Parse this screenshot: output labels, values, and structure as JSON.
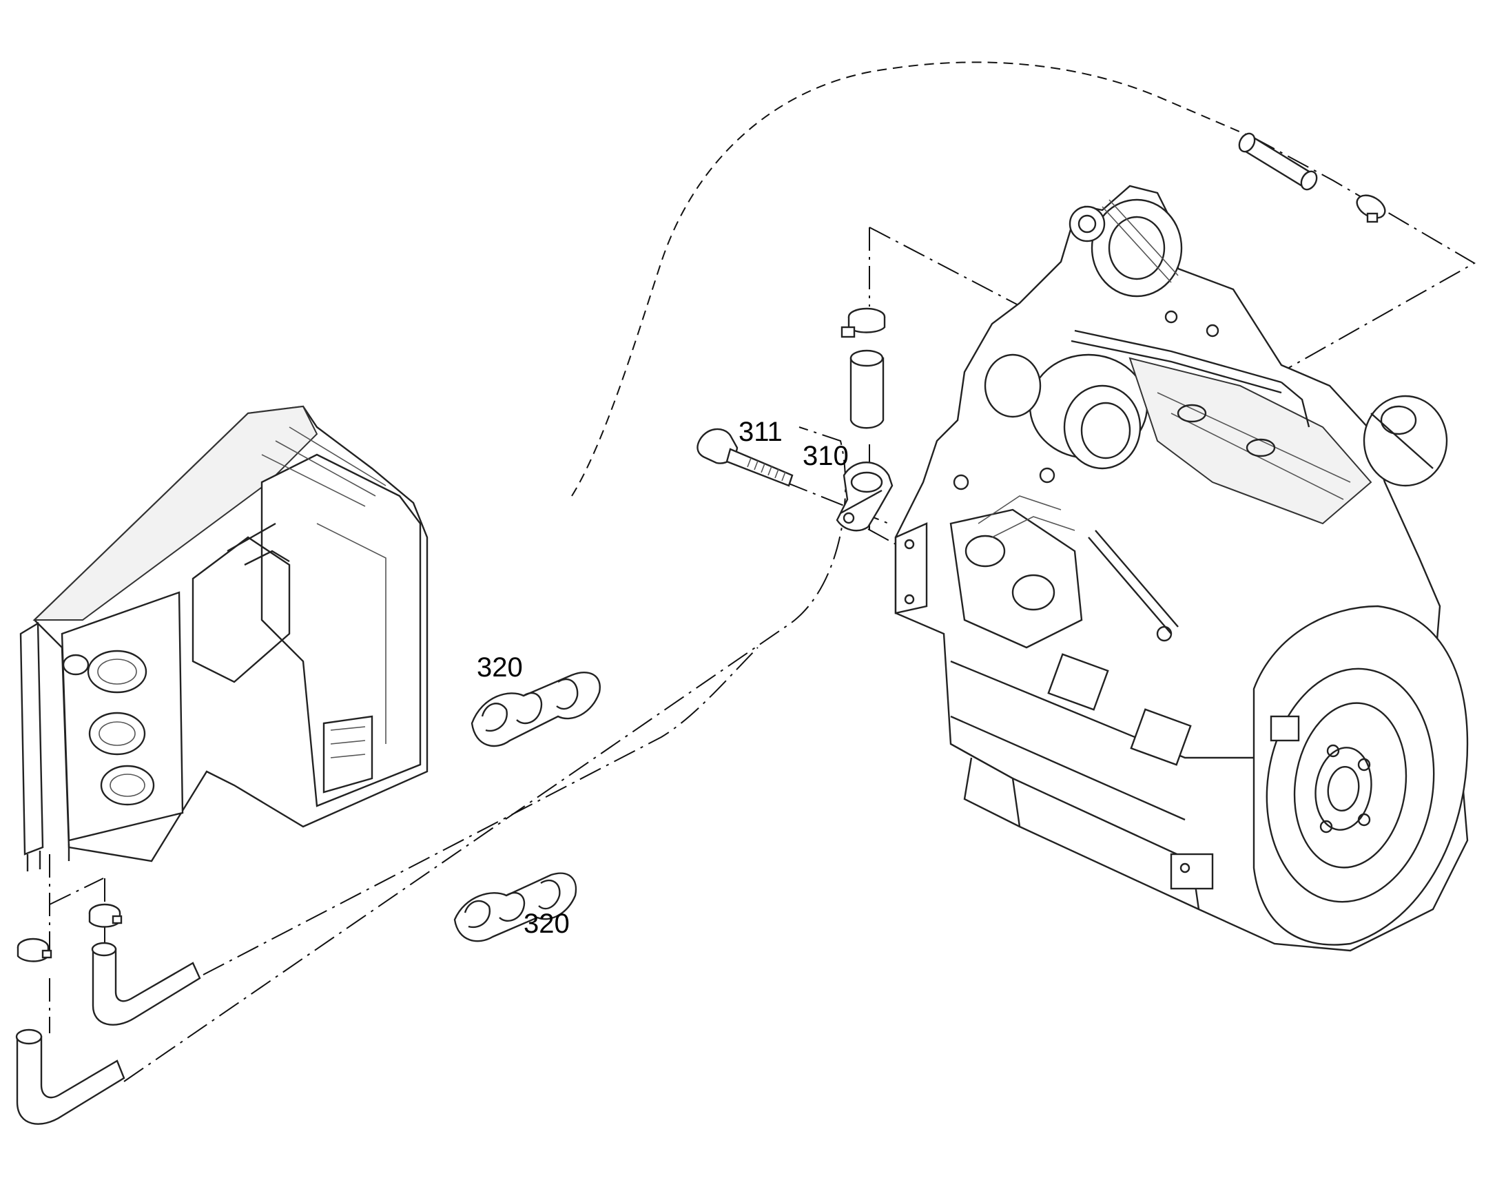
{
  "callouts": {
    "bolt": "311",
    "clip": "310",
    "sleeve_upper": "320",
    "sleeve_lower": "320"
  },
  "colors": {
    "ink": "#222222",
    "fill": "#ffffff",
    "background": "#ffffff"
  }
}
